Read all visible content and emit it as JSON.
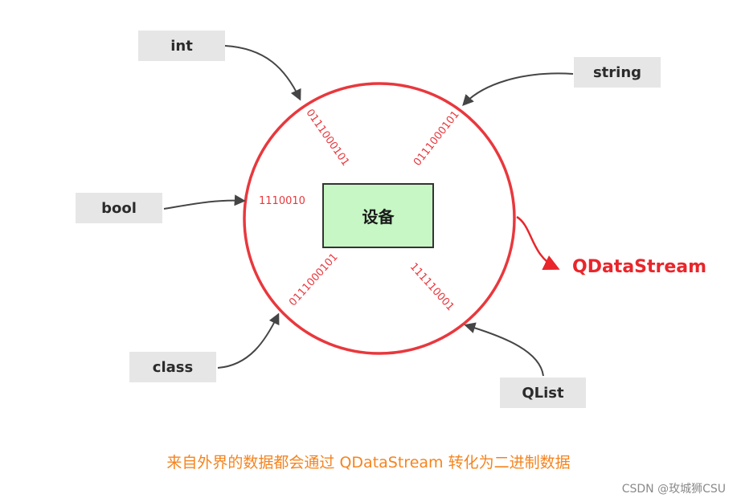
{
  "colors": {
    "circle": "#e8383d",
    "binary_text": "#e8383d",
    "stream_label": "#e8262b",
    "caption": "#f5841f",
    "arrow": "#454545",
    "device_fill": "#c6f7c4",
    "type_box_fill": "#e6e6e6"
  },
  "inputs": {
    "int": "int",
    "string": "string",
    "bool": "bool",
    "class": "class",
    "qlist": "QList"
  },
  "device": {
    "label": "设备"
  },
  "binary": {
    "top_left": "0111000101",
    "top_right": "0111000101",
    "left": "1110010",
    "bottom_left": "0111000101",
    "bottom_right": "111110001"
  },
  "output": {
    "label": "QDataStream"
  },
  "caption": "来自外界的数据都会通过 QDataStream 转化为二进制数据",
  "watermark": "CSDN @玫城狮CSU"
}
